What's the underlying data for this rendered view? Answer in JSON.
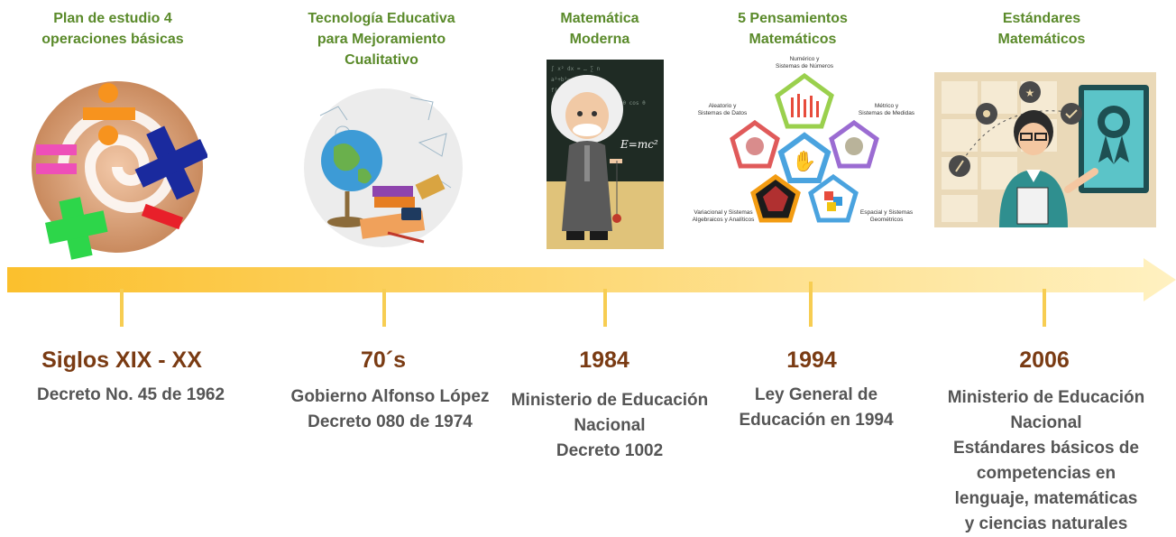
{
  "milestones": [
    {
      "top_title": "Plan de estudio 4\noperaciones básicas",
      "year": "Siglos XIX - XX",
      "description": "Decreto No. 45 de 1962",
      "illustration": "math-operations-icon"
    },
    {
      "top_title": "Tecnología Educativa\npara Mejoramiento\nCualitativo",
      "year": "70´s",
      "description": "Gobierno Alfonso López\nDecreto 080 de 1974",
      "illustration": "globe-books-icon"
    },
    {
      "top_title": "Matemática\nModerna",
      "year": "1984",
      "description": "Ministerio de Educación\nNacional\nDecreto 1002",
      "illustration": "einstein-blackboard-image"
    },
    {
      "top_title": "5 Pensamientos\nMatemáticos",
      "year": "1994",
      "description": "Ley General de\nEducación en 1994",
      "illustration": "five-pentagons-diagram",
      "diagram_labels": {
        "top": "Numérico y\nSistemas de Números",
        "left": "Aleatorio y\nSistemas de Datos",
        "right": "Métrico y\nSistemas de Medidas",
        "bottom_left": "Variacional y Sistemas\nAlgebraicos y Analíticos",
        "bottom_right": "Espacial y Sistemas\nGeométricos"
      }
    },
    {
      "top_title": "Estándares\nMatemáticos",
      "year": "2006",
      "description": "Ministerio de Educación\nNacional\nEstándares básicos de\ncompetencias en\nlenguaje, matemáticas\ny ciencias naturales",
      "illustration": "teacher-badge-icon"
    }
  ],
  "colors": {
    "arrow_start": "#fbc02d",
    "arrow_end": "#fff3c4",
    "title_green": "#5a8a2a",
    "year_brown": "#7a3b13",
    "desc_gray": "#555555"
  }
}
